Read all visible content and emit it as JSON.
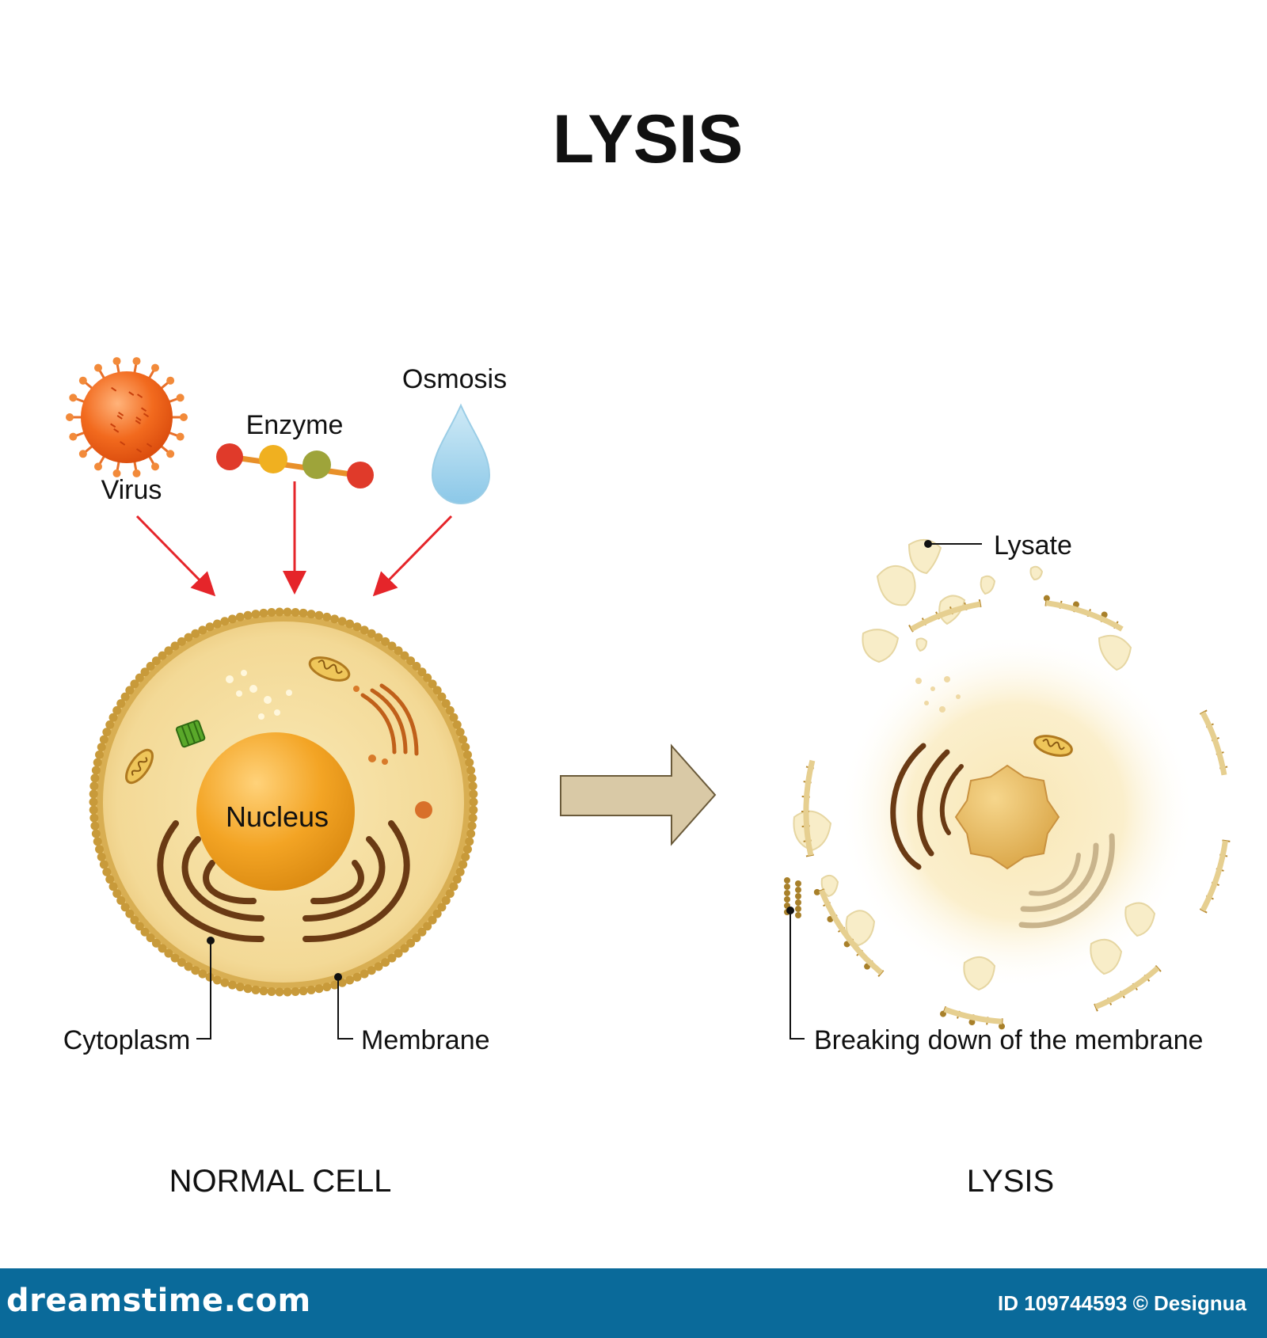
{
  "title": "LYSIS",
  "causes": {
    "virus": "Virus",
    "enzyme": "Enzyme",
    "osmosis": "Osmosis"
  },
  "normal_cell": {
    "nucleus": "Nucleus",
    "cytoplasm": "Cytoplasm",
    "membrane": "Membrane",
    "caption": "NORMAL CELL"
  },
  "lysed_cell": {
    "lysate": "Lysate",
    "membrane_breakdown": "Breaking down of the membrane",
    "caption": "LYSIS"
  },
  "footer": {
    "brand": "dreamstime.com",
    "stock_id": "ID 109744593 © Designua"
  },
  "colors": {
    "arrow_red": "#e5252a",
    "membrane_gold": "#c89a3a",
    "nucleus_orange": "#f2a22a",
    "cytoplasm": "#f6e2a8",
    "process_arrow": "#d9c9a6",
    "footer_blue": "#0a6a9a"
  }
}
